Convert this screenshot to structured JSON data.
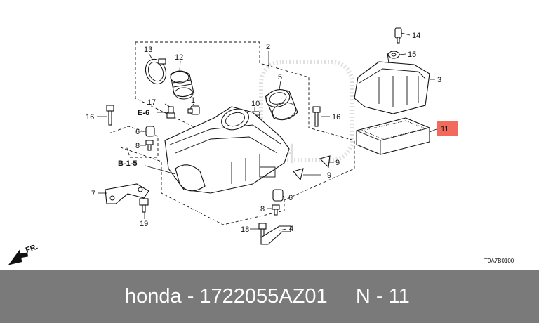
{
  "diagram": {
    "callouts": [
      {
        "id": "c1",
        "text": "1"
      },
      {
        "id": "c2",
        "text": "2"
      },
      {
        "id": "c3",
        "text": "3"
      },
      {
        "id": "c4",
        "text": "4"
      },
      {
        "id": "c5",
        "text": "5"
      },
      {
        "id": "c6a",
        "text": "6"
      },
      {
        "id": "c6b",
        "text": "6"
      },
      {
        "id": "c7",
        "text": "7"
      },
      {
        "id": "c8a",
        "text": "8"
      },
      {
        "id": "c8b",
        "text": "8"
      },
      {
        "id": "c9a",
        "text": "9"
      },
      {
        "id": "c9b",
        "text": "9"
      },
      {
        "id": "c10",
        "text": "10"
      },
      {
        "id": "c11",
        "text": "11"
      },
      {
        "id": "c12",
        "text": "12"
      },
      {
        "id": "c13",
        "text": "13"
      },
      {
        "id": "c14",
        "text": "14"
      },
      {
        "id": "c15",
        "text": "15"
      },
      {
        "id": "c16a",
        "text": "16"
      },
      {
        "id": "c16b",
        "text": "16"
      },
      {
        "id": "c17",
        "text": "17"
      },
      {
        "id": "c18",
        "text": "18"
      },
      {
        "id": "c19",
        "text": "19"
      }
    ],
    "refs": {
      "e6": "E-6",
      "b15": "B-1-5"
    },
    "direction_label": "FR.",
    "code": "T9A7B0100",
    "highlight_color": "#f06b5b"
  },
  "footer": {
    "text": "honda - 1722055AZ01     N - 11"
  }
}
